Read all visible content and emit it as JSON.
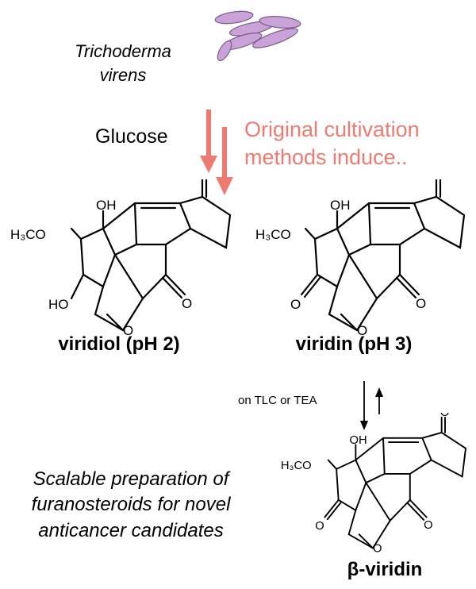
{
  "organism": {
    "line1": "Trichoderma",
    "line2": "virens"
  },
  "glucose_label": "Glucose",
  "note": {
    "line1": "Original cultivation",
    "line2": "methods induce.."
  },
  "compounds": {
    "viridiol": {
      "name": "viridiol (pH 2)"
    },
    "viridin": {
      "name": "viridin (pH 3)"
    },
    "beta_viridin": {
      "name": "β-viridin"
    }
  },
  "conversion_condition": "on TLC or TEA",
  "tagline": {
    "line1": "Scalable preparation of",
    "line2": "furanosteroids for novel",
    "line3": "anticancer candidates"
  },
  "atoms": {
    "oh": "OH",
    "o": "O",
    "methoxy": "H₃CO",
    "methoxy_beta": "H₃CO",
    "ho": "HO"
  },
  "colors": {
    "arrow": "#ef7a72",
    "fungus": "#c9a2d8",
    "fungus_outline": "#7a5a8a",
    "note": "#ef7a72"
  }
}
